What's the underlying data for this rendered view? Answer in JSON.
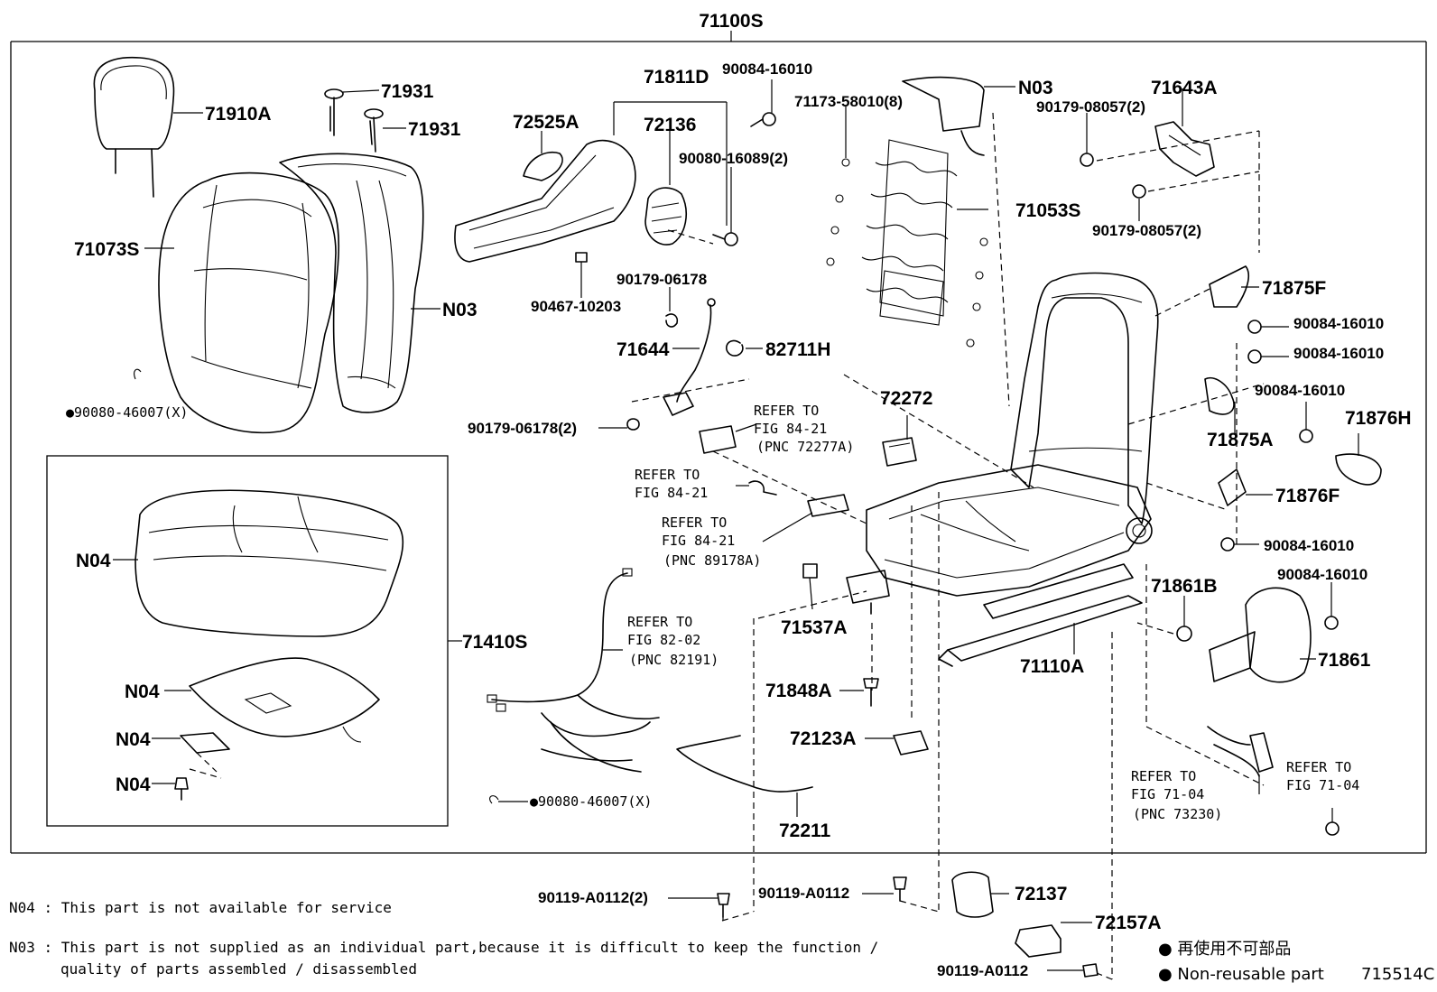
{
  "diagram": {
    "title": "71100S",
    "figure_id": "715514C",
    "labels": {
      "l71910A": "71910A",
      "l71931a": "71931",
      "l71931b": "71931",
      "l71073S": "71073S",
      "lN03a": "N03",
      "l9008046007a": "●90080-46007(X)",
      "lN04a": "N04",
      "l71410S": "71410S",
      "lN04b": "N04",
      "lN04c": "N04",
      "lN04d": "N04",
      "l72525A": "72525A",
      "l71811D": "71811D",
      "l72136": "72136",
      "l9008416010a": "90084-16010",
      "l9008016089": "90080-16089(2)",
      "l9046710203": "90467-10203",
      "l9017906178": "90179-06178",
      "l71644": "71644",
      "l82711H": "82711H",
      "l9017906178b": "90179-06178(2)",
      "l7117358010": "71173-58010(8)",
      "lN03b": "N03",
      "l71643A": "71643A",
      "l9017908057a": "90179-08057(2)",
      "l9017908057b": "90179-08057(2)",
      "l71053S": "71053S",
      "l71875F": "71875F",
      "l9008416010b": "90084-16010",
      "l9008416010c": "90084-16010",
      "l9008416010d": "90084-16010",
      "l71875A": "71875A",
      "l71876H": "71876H",
      "l71876F": "71876F",
      "l9008416010e": "90084-16010",
      "l9008416010f": "90084-16010",
      "l71861B": "71861B",
      "l71861": "71861",
      "l72272": "72272",
      "l71537A": "71537A",
      "l71848A": "71848A",
      "l72123A": "72123A",
      "l71110A": "71110A",
      "l72211": "72211",
      "l9008046007b": "●90080-46007(X)",
      "l90119A0112a": "90119-A0112(2)",
      "l90119A0112b": "90119-A0112",
      "l90119A0112c": "90119-A0112",
      "l72137": "72137",
      "l72157A": "72157A"
    },
    "refs": {
      "r1a": "REFER TO",
      "r1b": "FIG 84-21",
      "r1c": "(PNC 72277A)",
      "r2a": "REFER TO",
      "r2b": "FIG 84-21",
      "r3a": "REFER TO",
      "r3b": "FIG 84-21",
      "r3c": "(PNC 89178A)",
      "r4a": "REFER TO",
      "r4b": "FIG 82-02",
      "r4c": "(PNC 82191)",
      "r5a": "REFER TO",
      "r5b": "FIG 71-04",
      "r5c": "(PNC 73230)",
      "r6a": "REFER TO",
      "r6b": "FIG 71-04"
    },
    "notes": {
      "n04": "N04 : This part is not available for service",
      "n03a": "N03 : This part is not supplied as an individual part,because it is difficult to keep the function /",
      "n03b": "quality of parts assembled / disassembled"
    },
    "legend": {
      "jp": "● 再使用不可部品",
      "en": "● Non-reusable part"
    }
  }
}
